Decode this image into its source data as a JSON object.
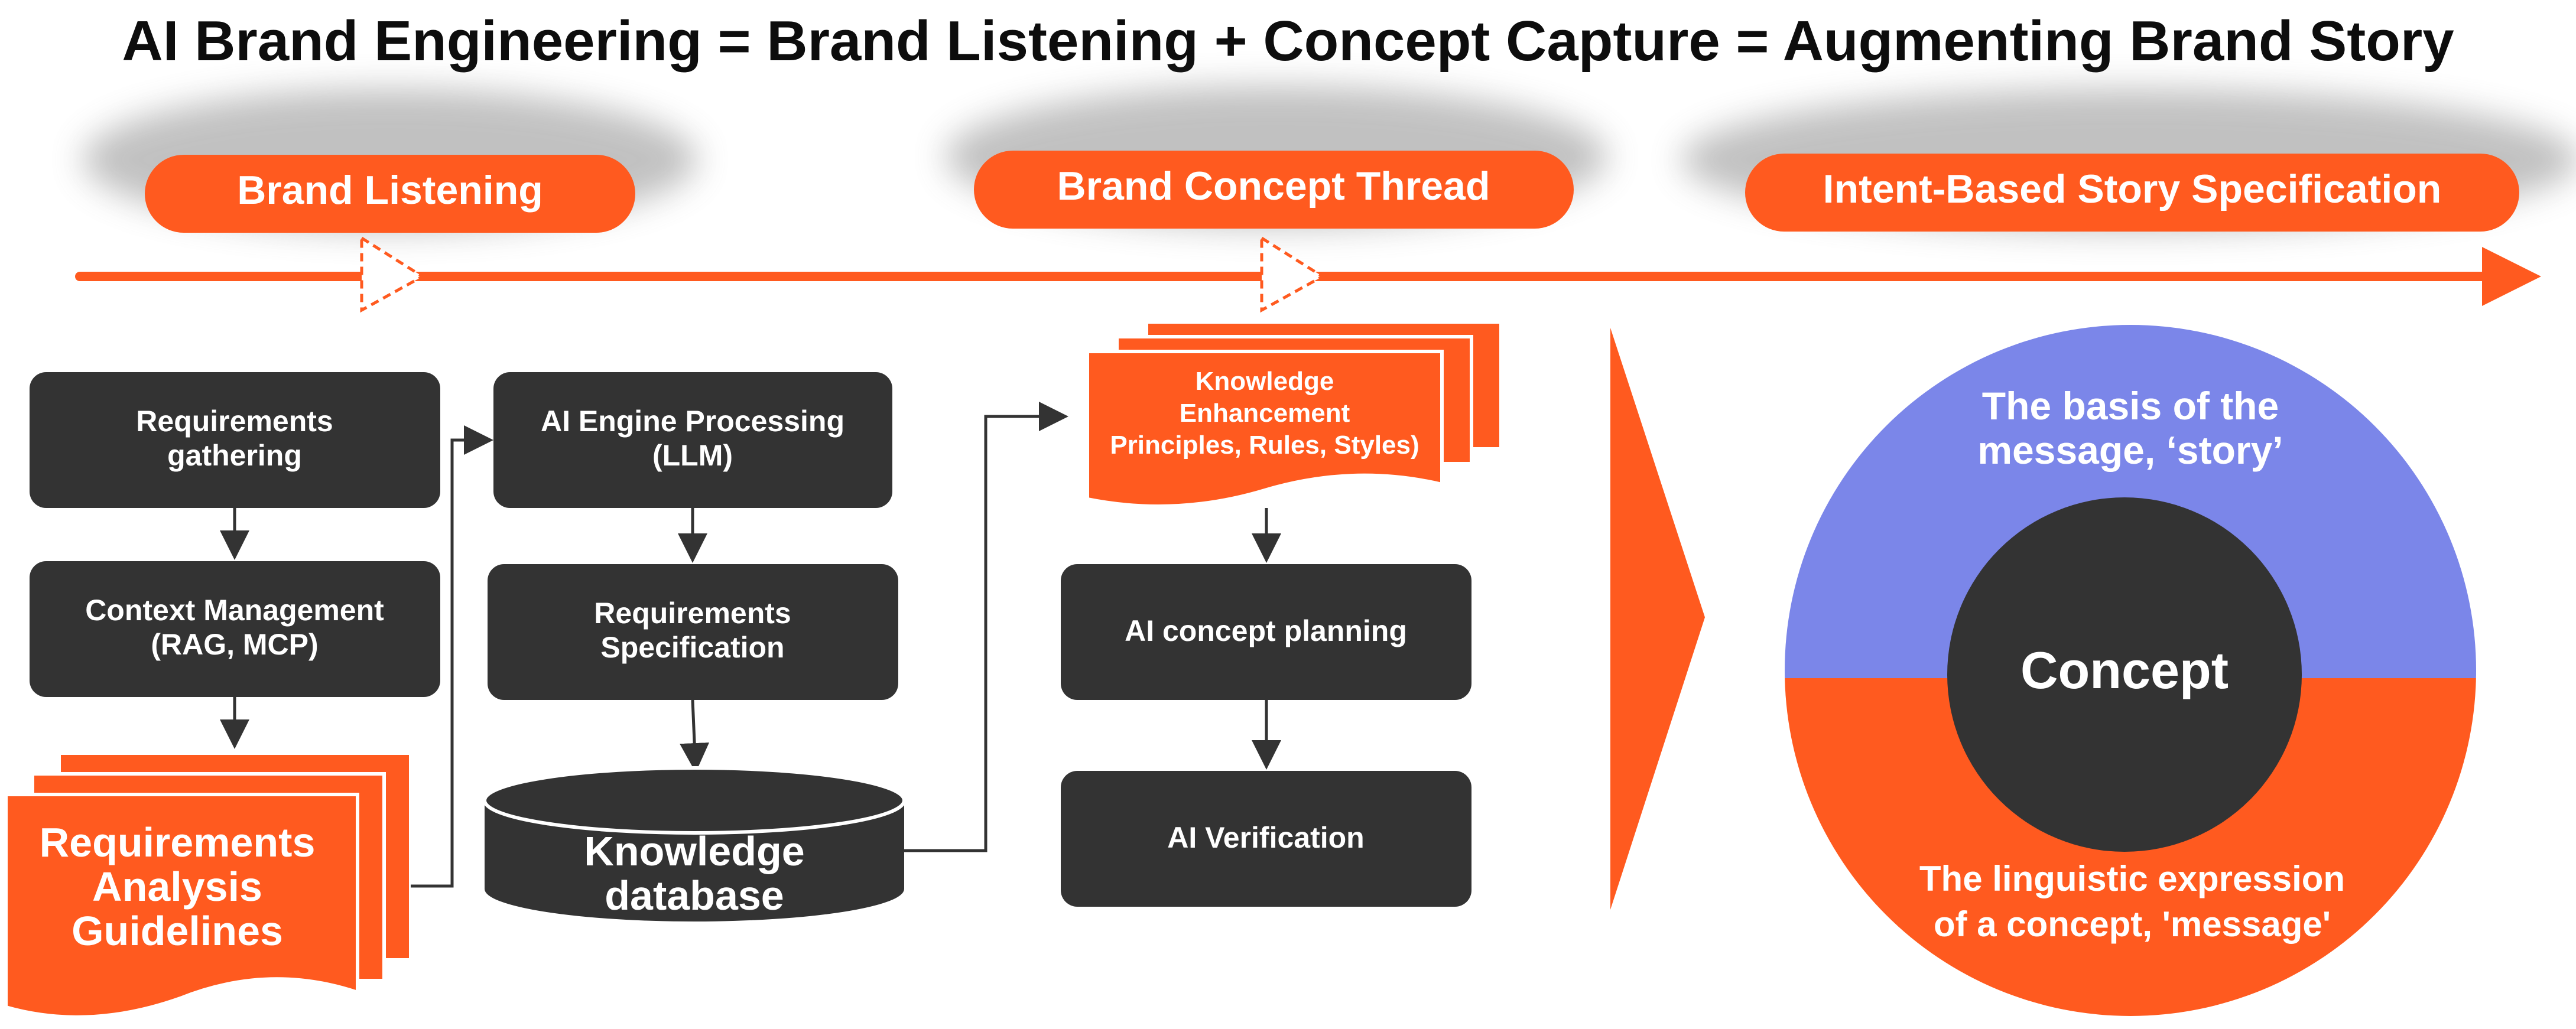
{
  "title": "AI Brand Engineering = Brand Listening + Concept Capture = Augmenting Brand Story",
  "phases": {
    "listening": "Brand Listening",
    "concept_thread": "Brand Concept Thread",
    "story_spec": "Intent-Based Story Specification"
  },
  "column1": {
    "requirements_gathering": [
      "Requirements",
      "gathering"
    ],
    "context_management": [
      "Context Management",
      "(RAG, MCP)"
    ],
    "guidelines_doc": [
      "Requirements",
      "Analysis",
      "Guidelines"
    ]
  },
  "column2": {
    "ai_engine": [
      "AI Engine Processing",
      "(LLM)"
    ],
    "requirements_spec": [
      "Requirements",
      "Specification"
    ],
    "knowledge_db": [
      "Knowledge",
      "database"
    ]
  },
  "column3": {
    "knowledge_enhancement": [
      "Knowledge",
      "Enhancement",
      "Principles, Rules, Styles)"
    ],
    "concept_planning": "AI concept planning",
    "verification": "AI Verification"
  },
  "circle": {
    "top_text": [
      "The basis of the",
      "message, ‘story’"
    ],
    "center": "Concept",
    "bottom_text": [
      "The linguistic expression",
      "of a concept, 'message'"
    ]
  },
  "colors": {
    "orange": "#ff5a1f",
    "dark": "#333333",
    "blue": "#7b86e9",
    "title": "#0d0d0d"
  }
}
